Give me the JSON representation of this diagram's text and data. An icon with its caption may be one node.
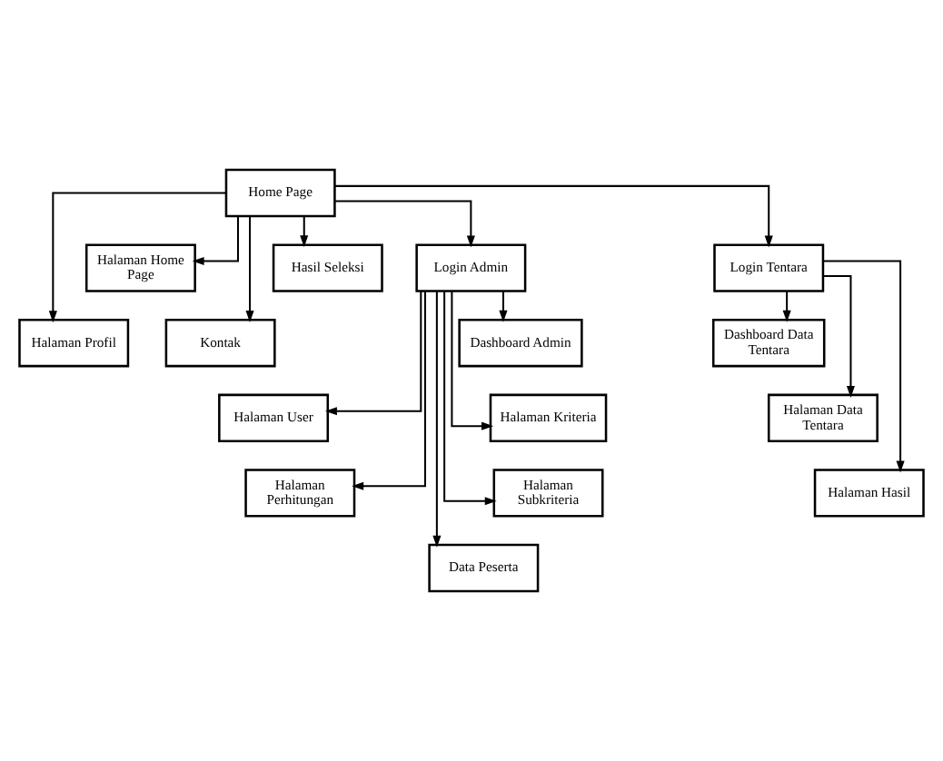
{
  "diagram": {
    "nodes": [
      {
        "text": [
          "Home Page"
        ]
      },
      {
        "text": [
          "Halaman Home Page"
        ]
      },
      {
        "text": [
          "Hasil Seleksi"
        ]
      },
      {
        "text": [
          "Login Admin"
        ]
      },
      {
        "text": [
          "Login Tentara"
        ]
      },
      {
        "text": [
          "Halaman Profil"
        ]
      },
      {
        "text": [
          "Kontak"
        ]
      },
      {
        "text": [
          "Dashboard Admin"
        ]
      },
      {
        "text": [
          "Dashboard Data Tentara"
        ]
      },
      {
        "text": [
          "Halaman User"
        ]
      },
      {
        "text": [
          "Halaman Kriteria"
        ]
      },
      {
        "text": [
          "Halaman Data Tentara"
        ]
      },
      {
        "text": [
          "Halaman Perhitungan"
        ]
      },
      {
        "text": [
          "Halaman Subkriteria"
        ]
      },
      {
        "text": [
          "Halaman Hasil"
        ]
      },
      {
        "text": [
          "Data Peserta"
        ]
      }
    ],
    "edges": [
      {
        "from": 0,
        "to": 1,
        "arrow": "to"
      },
      {
        "from": 0,
        "to": 2,
        "arrow": "to"
      },
      {
        "from": 0,
        "to": 3,
        "arrow": "to"
      },
      {
        "from": 0,
        "to": 4,
        "arrow": "to"
      },
      {
        "from": 0,
        "to": 5,
        "arrow": "to"
      },
      {
        "from": 0,
        "to": 6,
        "arrow": "to"
      },
      {
        "from": 3,
        "to": 7,
        "arrow": "to"
      },
      {
        "from": 3,
        "to": 9,
        "arrow": "to"
      },
      {
        "from": 3,
        "to": 10,
        "arrow": "to"
      },
      {
        "from": 3,
        "to": 12,
        "arrow": "to"
      },
      {
        "from": 3,
        "to": 13,
        "arrow": "to"
      },
      {
        "from": 3,
        "to": 15,
        "arrow": "to"
      },
      {
        "from": 4,
        "to": 8,
        "arrow": "to"
      },
      {
        "from": 4,
        "to": 11,
        "arrow": "to"
      },
      {
        "from": 4,
        "to": 14,
        "arrow": "to"
      }
    ]
  }
}
